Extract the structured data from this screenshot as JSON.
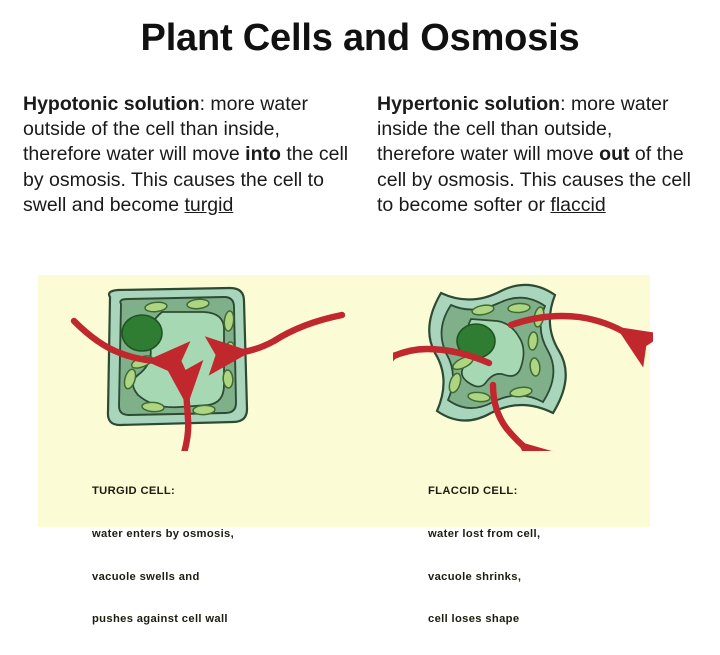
{
  "slide": {
    "title": "Plant Cells and Osmosis",
    "background_color": "#ffffff"
  },
  "columns": {
    "hypotonic": {
      "term": "Hypotonic solution",
      "separator": ": ",
      "text_part_1": "more water outside of the cell than inside, therefore water will move ",
      "emphasis_1": "into",
      "text_part_2": " the cell by osmosis.  This causes the cell to swell and become ",
      "underlined_term": "turgid"
    },
    "hypertonic": {
      "term": "Hypertonic solution",
      "separator": ": ",
      "text_part_1": "more water inside the cell than outside, therefore water will move ",
      "emphasis_1": "out",
      "text_part_2": " of the cell by osmosis. This causes the cell to become softer or ",
      "underlined_term": "flaccid"
    }
  },
  "diagram": {
    "panel_color": "#fbfbd6",
    "arrow_color": "#c0282d",
    "cell_wall_color": "#a8d5bc",
    "cytoplasm_color": "#7fb08a",
    "vacuole_color": "#a6d8b4",
    "nucleus_color": "#2e7d32",
    "chloroplast_color": "#aed581",
    "outline_color": "#2d4a33",
    "turgid": {
      "name": "turgid-cell-illustration",
      "arrow_direction": "inward",
      "arrow_count": 3,
      "caption_title": "TURGID CELL:",
      "caption_lines": [
        "water enters by osmosis,",
        "vacuole swells and",
        "pushes against cell wall"
      ]
    },
    "flaccid": {
      "name": "flaccid-cell-illustration",
      "arrow_direction": "outward",
      "arrow_count": 3,
      "caption_title": "FLACCID CELL:",
      "caption_lines": [
        "water lost from cell,",
        "vacuole shrinks,",
        "cell loses shape"
      ]
    }
  }
}
